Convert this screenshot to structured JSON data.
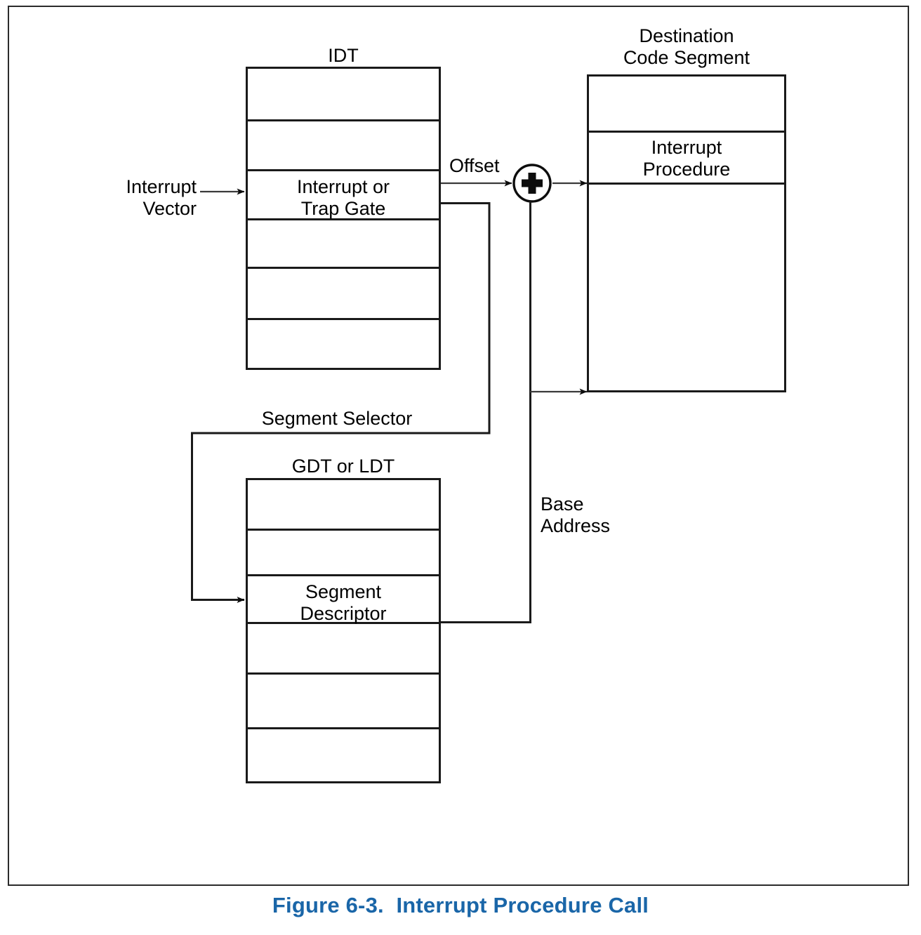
{
  "figure": {
    "caption": "Figure 6-3.  Interrupt Procedure Call",
    "caption_color": "#1a66a8"
  },
  "diagram": {
    "title_idt": "IDT",
    "title_gdt_ldt": "GDT or LDT",
    "title_destination": "Destination\nCode Segment",
    "idt": {
      "label": "IDT",
      "rows": [
        "",
        "",
        "Interrupt or\nTrap Gate",
        "",
        "",
        ""
      ],
      "highlight_row_index": 2,
      "highlight_text": "Interrupt or\nTrap Gate"
    },
    "gdt_ldt": {
      "label": "GDT or LDT",
      "rows": [
        "",
        "",
        "Segment\nDescriptor",
        "",
        "",
        ""
      ],
      "highlight_row_index": 2,
      "highlight_text": "Segment\nDescriptor"
    },
    "destination_code_segment": {
      "label": "Destination\nCode Segment",
      "rows": [
        "",
        "Interrupt\nProcedure",
        ""
      ],
      "highlight_row_index": 1,
      "highlight_text": "Interrupt\nProcedure"
    },
    "edge_labels": {
      "interrupt_vector": "Interrupt\nVector",
      "offset": "Offset",
      "segment_selector": "Segment Selector",
      "base_address": "Base\nAddress"
    },
    "adder": {
      "symbol": "+",
      "name": "plus-adder"
    },
    "colors": {
      "line": "#1a1a1a",
      "frame": "#2b2b2b",
      "text": "#000000"
    }
  }
}
